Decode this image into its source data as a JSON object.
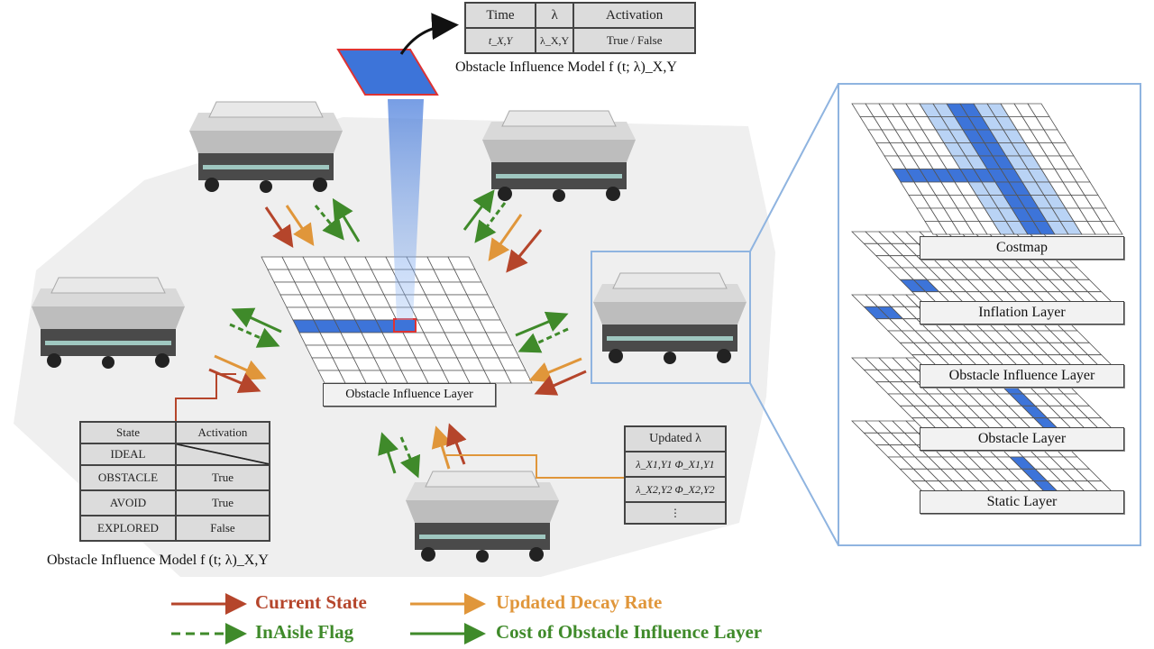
{
  "colors": {
    "current_state": "#b5452b",
    "decay_rate": "#e0963a",
    "inaisle": "#3f8a2a",
    "cost": "#3f8a2a",
    "grid_blue": "#3d74d9"
  },
  "top_table": {
    "headers": [
      "Time",
      "λ",
      "Activation"
    ],
    "row": [
      "t_X,Y",
      "λ_X,Y",
      "True / False"
    ],
    "caption": "Obstacle Influence Model f (t; λ)_X,Y"
  },
  "state_table": {
    "headers": [
      "State",
      "Activation"
    ],
    "rows": [
      [
        "IDEAL",
        ""
      ],
      [
        "OBSTACLE",
        "True"
      ],
      [
        "AVOID",
        "True"
      ],
      [
        "EXPLORED",
        "False"
      ]
    ],
    "caption": "Obstacle Influence Model f (t; λ)_X,Y"
  },
  "lambda_table": {
    "header": "Updated λ",
    "rows": [
      "λ_X1,Y1 Φ_X1,Y1",
      "λ_X2,Y2 Φ_X2,Y2",
      "⋮"
    ]
  },
  "center_label": "Obstacle Influence Layer",
  "layers": [
    "Costmap",
    "Inflation Layer",
    "Obstacle Influence Layer",
    "Obstacle Layer",
    "Static Layer"
  ],
  "legend": [
    {
      "label": "Current State",
      "style": "solid",
      "color": "#b5452b"
    },
    {
      "label": "Updated Decay Rate",
      "style": "solid",
      "color": "#e0963a"
    },
    {
      "label": "InAisle Flag",
      "style": "dashed",
      "color": "#3f8a2a"
    },
    {
      "label": "Cost of Obstacle Influence Layer",
      "style": "solid",
      "color": "#3f8a2a"
    }
  ]
}
